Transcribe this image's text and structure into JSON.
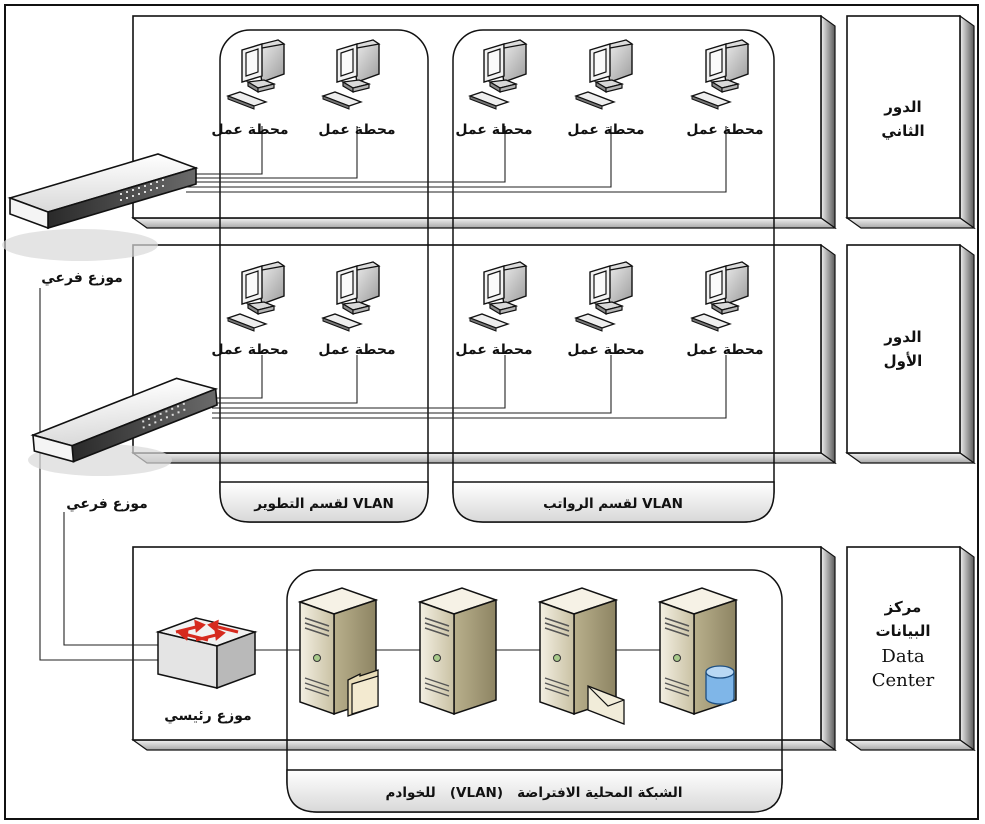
{
  "floors": {
    "second": {
      "line1": "الدور",
      "line2": "الثاني"
    },
    "first": {
      "line1": "الدور",
      "line2": "الأول"
    },
    "datacenter": {
      "line1": "مركز",
      "line2": "البيانات",
      "line3": "Data",
      "line4": "Center"
    }
  },
  "workstation_label": "محطة عمل",
  "vlans": {
    "development": "VLAN لقسم التطوير",
    "payroll": "VLAN لقسم الرواتب",
    "servers": "الشبكة المحلية الافتراضة   (VLAN)   للخوادم"
  },
  "switches": {
    "branch_top": "موزع فرعي",
    "branch_middle": "موزع فرعي",
    "main": "موزع رئيسي"
  },
  "colors": {
    "panel_face": "#ffffff",
    "panel_edge": "#1a1a1a",
    "shadow_light": "#e6e6e6",
    "shadow_dark": "#6f6f6f",
    "server_body": "#e9e3cf",
    "router_arrow": "#d62a1e",
    "disk": "#7fb6e8"
  },
  "icons": [
    "workstation-icon",
    "switch-icon",
    "router-icon",
    "server-icon",
    "folder-icon",
    "mail-icon",
    "database-icon"
  ]
}
